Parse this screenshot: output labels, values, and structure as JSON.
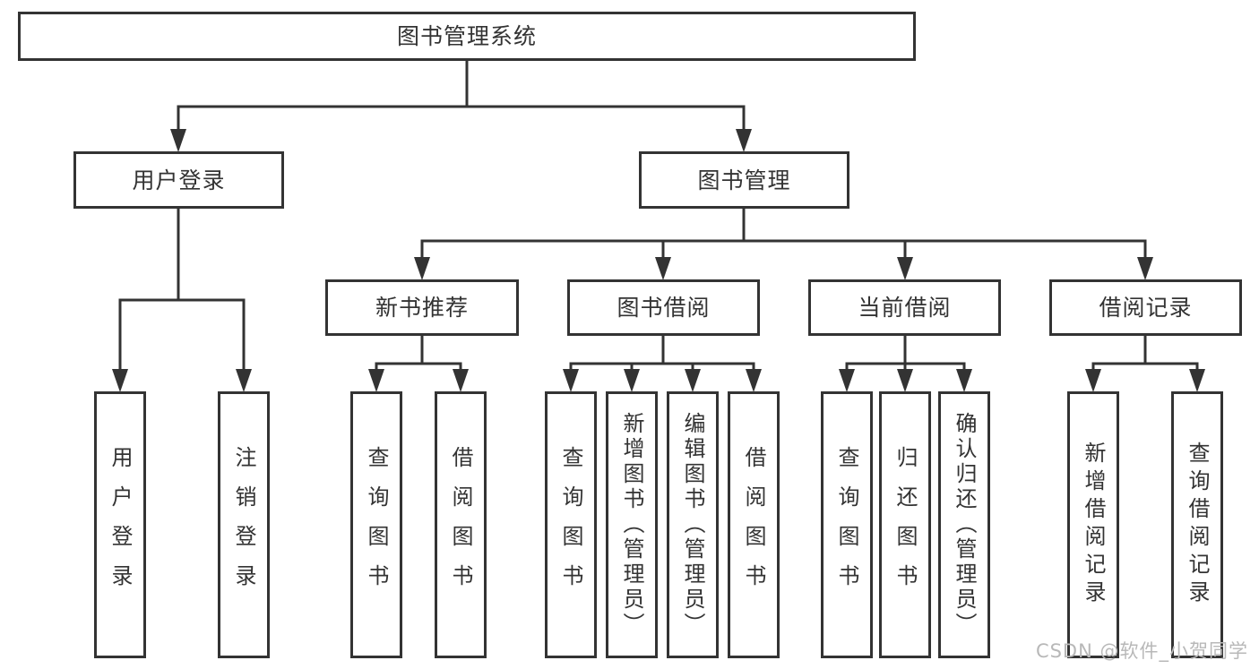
{
  "diagram": {
    "root": {
      "label": "图书管理系统"
    },
    "branches": [
      {
        "label": "用户登录",
        "children": [
          {
            "label": "用户登录"
          },
          {
            "label": "注销登录"
          }
        ]
      },
      {
        "label": "图书管理",
        "children": [
          {
            "label": "新书推荐",
            "children": [
              {
                "label": "查询图书"
              },
              {
                "label": "借阅图书"
              }
            ]
          },
          {
            "label": "图书借阅",
            "children": [
              {
                "label": "查询图书"
              },
              {
                "label": "新增图书（管理员）"
              },
              {
                "label": "编辑图书（管理员）"
              },
              {
                "label": "借阅图书"
              }
            ]
          },
          {
            "label": "当前借阅",
            "children": [
              {
                "label": "查询图书"
              },
              {
                "label": "归还图书"
              },
              {
                "label": "确认归还（管理员）"
              }
            ]
          },
          {
            "label": "借阅记录",
            "children": [
              {
                "label": "新增借阅记录"
              },
              {
                "label": "查询借阅记录"
              }
            ]
          }
        ]
      }
    ]
  },
  "watermark": {
    "text": "CSDN @软件_小贺同学",
    "color": "#b8b8b8"
  },
  "colors": {
    "line": "#333333",
    "text": "#333333",
    "background": "#ffffff"
  }
}
